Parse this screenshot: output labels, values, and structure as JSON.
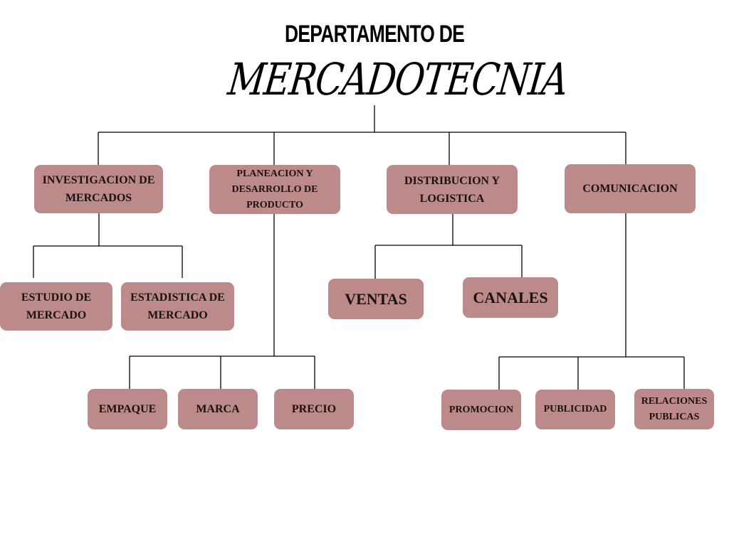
{
  "title": {
    "line1": "DEPARTAMENTO DE",
    "line2": "MERCADOTECNIA"
  },
  "colors": {
    "box": "#bc8a8b",
    "line": "#000000"
  },
  "nodes": {
    "investigacion": "INVESTIGACION DE MERCADOS",
    "planeacion": "PLANEACION Y DESARROLLO DE PRODUCTO",
    "distribucion": "DISTRIBUCION Y LOGISTICA",
    "comunicacion": "COMUNICACION",
    "estudio": "ESTUDIO DE MERCADO",
    "estadistica": "ESTADISTICA DE MERCADO",
    "ventas": "VENTAS",
    "canales": "CANALES",
    "empaque": "EMPAQUE",
    "marca": "MARCA",
    "precio": "PRECIO",
    "promocion": "PROMOCION",
    "publicidad": "PUBLICIDAD",
    "relaciones": "RELACIONES PUBLICAS"
  }
}
